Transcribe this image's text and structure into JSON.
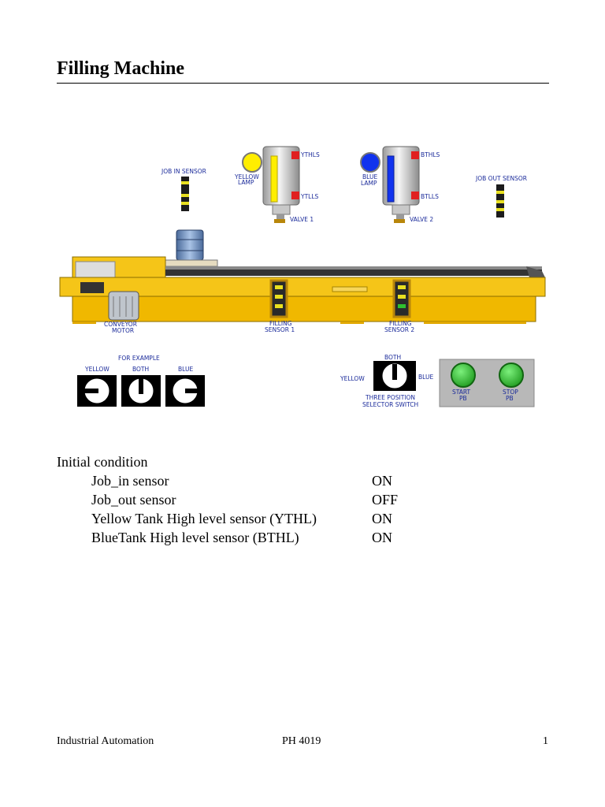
{
  "title": "Filling Machine",
  "diagram": {
    "job_in_sensor": "JOB IN SENSOR",
    "job_out_sensor": "JOB OUT SENSOR",
    "yellow_lamp": [
      "YELLOW",
      "LAMP"
    ],
    "blue_lamp": [
      "BLUE",
      "LAMP"
    ],
    "ythls": "YTHLS",
    "ytlls": "YTLLS",
    "bthls": "BTHLS",
    "btlls": "BTLLS",
    "valve1": "VALVE 1",
    "valve2": "VALVE 2",
    "conveyor_motor": [
      "CONVEYOR",
      "MOTOR"
    ],
    "filling_sensor_1": [
      "FILLING",
      "SENSOR 1"
    ],
    "filling_sensor_2": [
      "FILLING",
      "SENSOR 2"
    ],
    "for_example": "FOR EXAMPLE",
    "example_yellow": "YELLOW",
    "example_both": "BOTH",
    "example_blue": "BLUE",
    "selector_both": "BOTH",
    "selector_yellow": "YELLOW",
    "selector_blue": "BLUE",
    "selector_caption": [
      "THREE POSITION",
      "SELECTOR SWITCH"
    ],
    "start_pb": [
      "START",
      "PB"
    ],
    "stop_pb": [
      "STOP",
      "PB"
    ],
    "colors": {
      "machine": "#f5c518",
      "yellow_liquid": "#ffee00",
      "blue_liquid": "#1133ee",
      "button_green": "#2fc02f"
    }
  },
  "conditions": {
    "heading": "Initial condition",
    "rows": [
      {
        "label": "Job_in sensor",
        "value": "ON"
      },
      {
        "label": "Job_out sensor",
        "value": "OFF"
      },
      {
        "label": "Yellow Tank High level sensor (YTHL)",
        "value": "ON"
      },
      {
        "label": "BlueTank High level sensor (BTHL)",
        "value": "ON"
      }
    ]
  },
  "footer": {
    "left": "Industrial Automation",
    "center": "PH 4019",
    "right": "1"
  }
}
